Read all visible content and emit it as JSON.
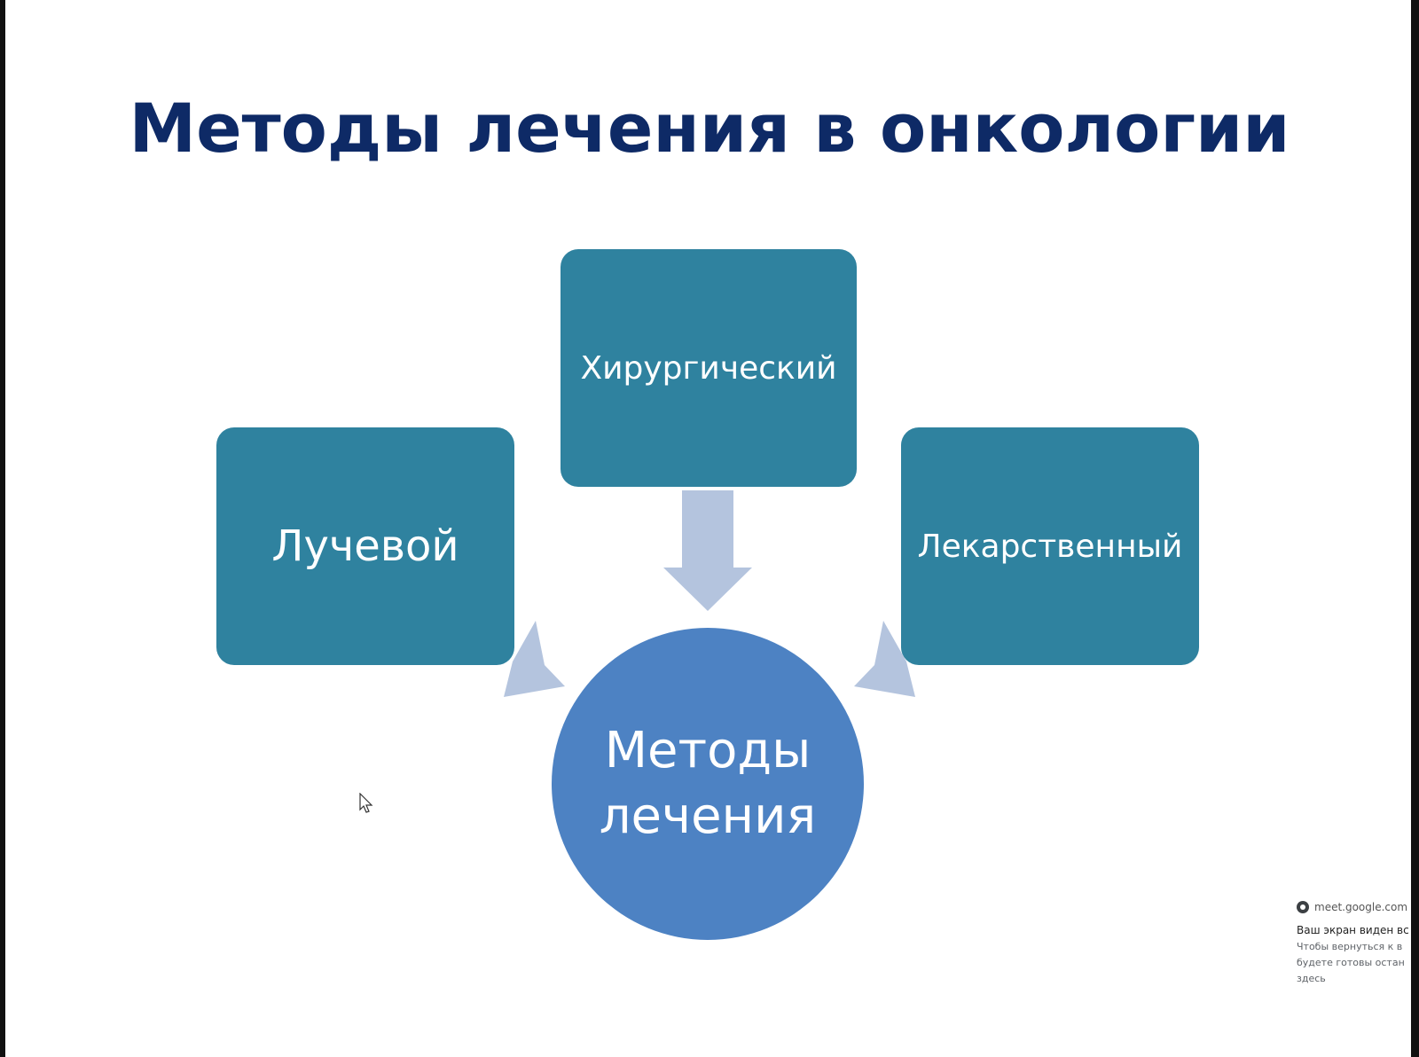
{
  "slide": {
    "title": "Методы лечения в онкологии",
    "center": {
      "line1": "Методы",
      "line2": "лечения"
    },
    "boxes": {
      "surgical": "Хирургический",
      "radiation": "Лучевой",
      "drug": "Лекарственный"
    }
  },
  "share_popup": {
    "icon": "chrome-icon",
    "site": "meet.google.com",
    "line1": "Ваш экран виден все",
    "line2": "Чтобы вернуться к в",
    "line3": "будете готовы остан",
    "line4": "здесь"
  },
  "colors": {
    "title": "#0e2a66",
    "box": "#2f829f",
    "circle": "#4d82c3",
    "arrow": "#b4c4de"
  }
}
